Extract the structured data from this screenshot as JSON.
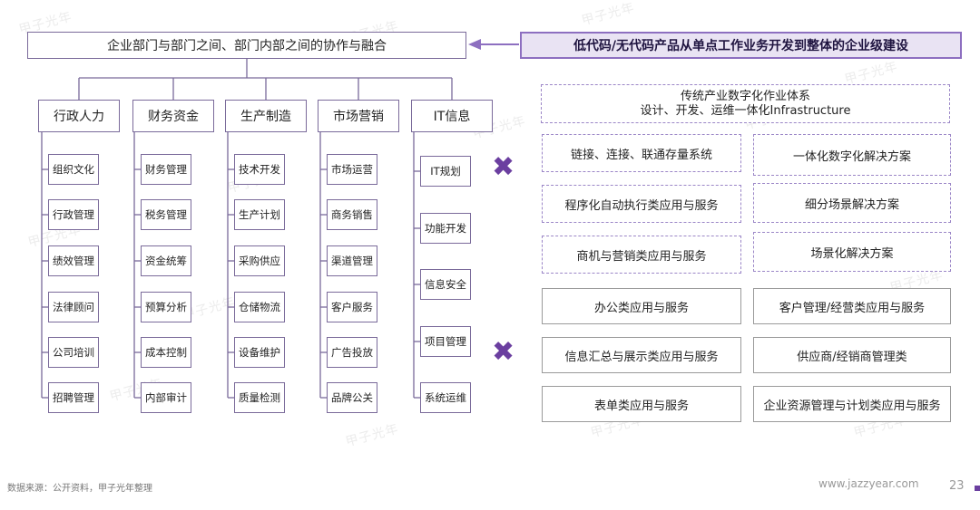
{
  "top_box": "企业部门与部门之间、部门内部之间的协作与融合",
  "banner": "低代码/无代码产品从单点工作业务开发到整体的企业级建设",
  "departments": [
    {
      "name": "行政人力",
      "items": [
        "组织文化",
        "行政管理",
        "绩效管理",
        "法律顾问",
        "公司培训",
        "招聘管理"
      ]
    },
    {
      "name": "财务资金",
      "items": [
        "财务管理",
        "税务管理",
        "资金统筹",
        "预算分析",
        "成本控制",
        "内部审计"
      ]
    },
    {
      "name": "生产制造",
      "items": [
        "技术开发",
        "生产计划",
        "采购供应",
        "仓储物流",
        "设备维护",
        "质量检测"
      ]
    },
    {
      "name": "市场营销",
      "items": [
        "市场运营",
        "商务销售",
        "渠道管理",
        "客户服务",
        "广告投放",
        "品牌公关"
      ]
    },
    {
      "name": "IT信息",
      "items": [
        "IT规划",
        "功能开发",
        "信息安全",
        "项目管理",
        "系统运维"
      ]
    }
  ],
  "right": {
    "infra": [
      "传统产业数字化作业体系",
      "设计、开发、运维一体化Infrastructure"
    ],
    "dashed_rows": [
      [
        "链接、连接、联通存量系统",
        "一体化数字化解决方案"
      ],
      [
        "程序化自动执行类应用与服务",
        "细分场景解决方案"
      ],
      [
        "商机与营销类应用与服务",
        "场景化解决方案"
      ]
    ],
    "solid_rows": [
      [
        "办公类应用与服务",
        "客户管理/经营类应用与服务"
      ],
      [
        "信息汇总与展示类应用与服务",
        "供应商/经销商管理类"
      ],
      [
        "表单类应用与服务",
        "企业资源管理与计划类应用与服务"
      ]
    ]
  },
  "cross_symbol": "✖",
  "footer": {
    "source": "数据来源：公开资料，甲子光年整理",
    "site": "www.jazzyear.com",
    "page": "23"
  },
  "watermark": "甲子光年",
  "colors": {
    "accent": "#6b3fa0",
    "banner_bg": "#e9e3f3",
    "line": "#7a6a9a"
  }
}
